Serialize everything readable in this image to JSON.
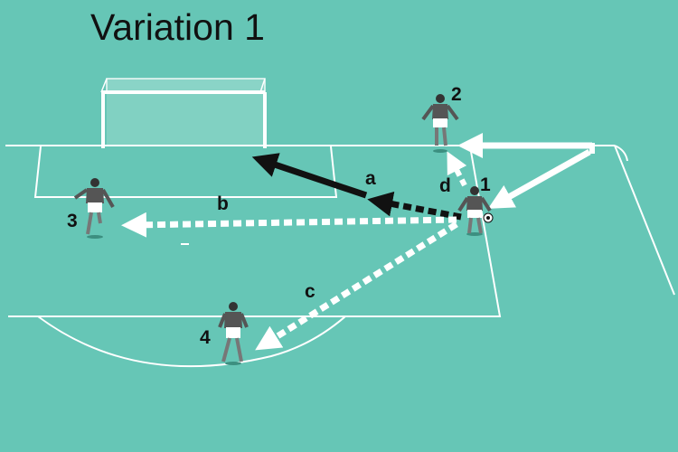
{
  "title": "Variation 1",
  "colors": {
    "pitch": "#66c6b6",
    "lines": "#ffffff",
    "pass": "#ffffff",
    "shot": "#111111",
    "shirt": "#555555",
    "shorts": "#ffffff"
  },
  "players": [
    {
      "label": "1"
    },
    {
      "label": "2"
    },
    {
      "label": "3"
    },
    {
      "label": "4"
    }
  ],
  "moves": [
    {
      "label": "a",
      "kind": "shot",
      "from_player": "1"
    },
    {
      "label": "b",
      "kind": "pass",
      "from_player": "1",
      "to_player": "3"
    },
    {
      "label": "c",
      "kind": "pass",
      "from_player": "1",
      "to_player": "4"
    },
    {
      "label": "d",
      "kind": "pass",
      "from_player": "1",
      "to_player": "2"
    }
  ],
  "icons": [
    "ball-icon",
    "goal-icon",
    "player-icon"
  ]
}
